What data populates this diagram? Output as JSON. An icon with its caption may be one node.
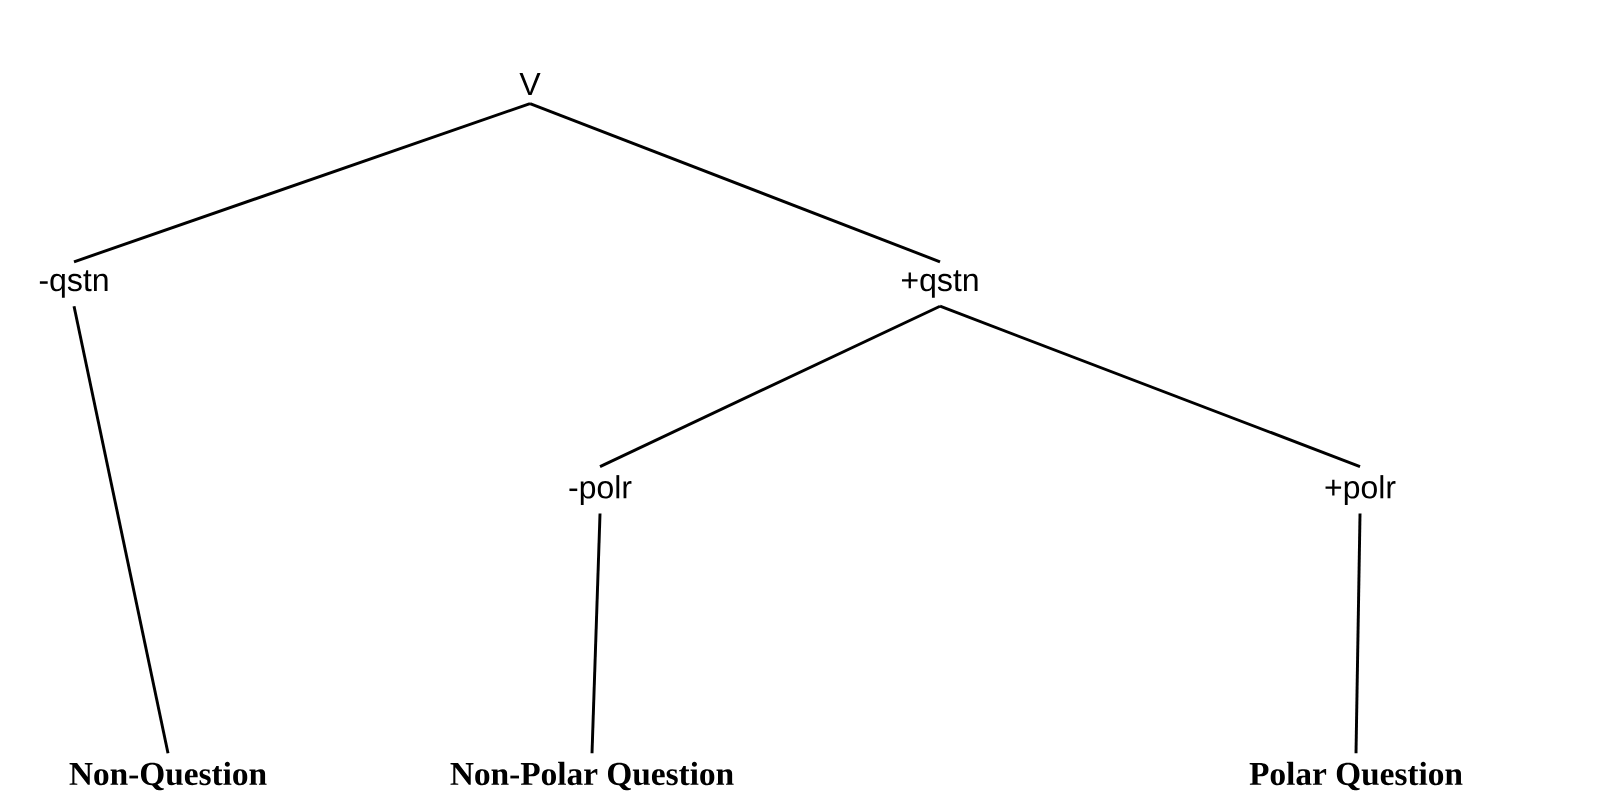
{
  "diagram": {
    "nodes": [
      {
        "text": [
          "V"
        ]
      },
      {
        "text": [
          "-qstn"
        ]
      },
      {
        "text": [
          "+qstn"
        ]
      },
      {
        "text": [
          "-polr"
        ]
      },
      {
        "text": [
          "+polr"
        ]
      },
      {
        "text": [
          "Non-Question"
        ]
      },
      {
        "text": [
          "Non-Polar Question"
        ]
      },
      {
        "text": [
          "Polar Question"
        ]
      }
    ],
    "edges": [
      {
        "from": 0,
        "to": 1,
        "arrow": "none"
      },
      {
        "from": 0,
        "to": 2,
        "arrow": "none"
      },
      {
        "from": 2,
        "to": 3,
        "arrow": "none"
      },
      {
        "from": 2,
        "to": 4,
        "arrow": "none"
      },
      {
        "from": 1,
        "to": 5,
        "arrow": "none"
      },
      {
        "from": 3,
        "to": 6,
        "arrow": "none"
      },
      {
        "from": 4,
        "to": 7,
        "arrow": "none"
      }
    ]
  }
}
